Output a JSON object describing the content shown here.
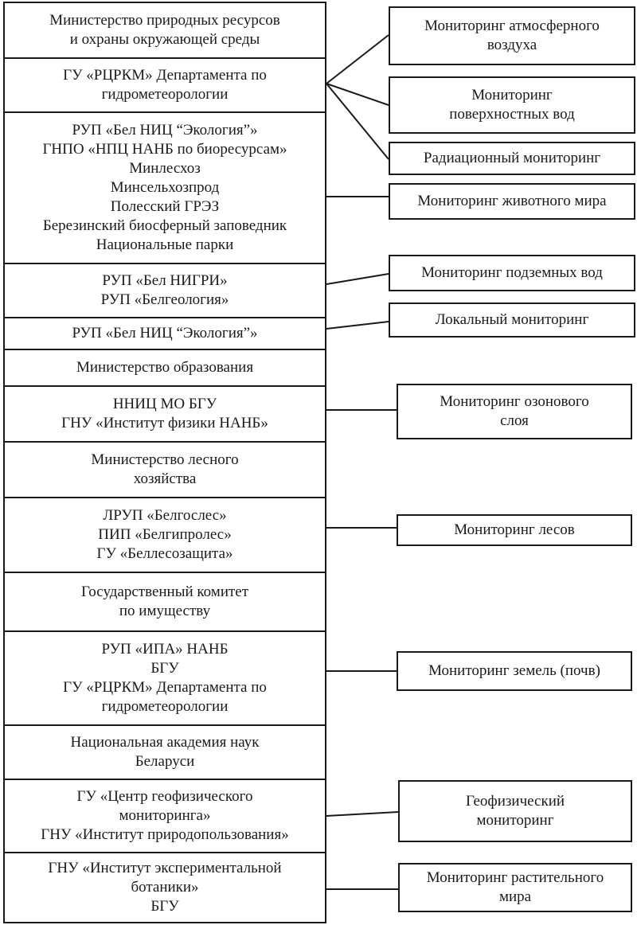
{
  "organizations": [
    {
      "id": "min-natural-resources",
      "lines": [
        "Министерство природных ресурсов",
        "и охраны окружающей среды"
      ]
    },
    {
      "id": "rcrkm",
      "lines": [
        "ГУ «РЦРКМ» Департамента по",
        "гидрометеорологии"
      ]
    },
    {
      "id": "fauna-orgs",
      "lines": [
        "РУП «Бел НИЦ “Экология”»",
        "ГНПО «НПЦ НАНБ по биоресурсам»",
        "Минлесхоз",
        "Минсельхозпрод",
        "Полесский ГРЭЗ",
        "Березинский  биосферный заповедник",
        "Национальные парки"
      ]
    },
    {
      "id": "geology-orgs",
      "lines": [
        "РУП «Бел НИГРИ»",
        "РУП «Белгеология»"
      ]
    },
    {
      "id": "ecology-nic",
      "lines": [
        "РУП «Бел НИЦ “Экология”»"
      ]
    },
    {
      "id": "min-education",
      "lines": [
        "Министерство образования"
      ]
    },
    {
      "id": "ozone-orgs",
      "lines": [
        "ННИЦ МО БГУ",
        "ГНУ «Институт физики НАНБ»"
      ]
    },
    {
      "id": "min-forestry",
      "lines": [
        "Министерство лесного",
        "хозяйства"
      ]
    },
    {
      "id": "forest-orgs",
      "lines": [
        "ЛРУП «Белгослес»",
        "ПИП «Белгипролес»",
        "ГУ «Беллесозащита»"
      ]
    },
    {
      "id": "state-property",
      "lines": [
        "Государственный комитет",
        "по имуществу"
      ]
    },
    {
      "id": "land-orgs",
      "lines": [
        "РУП «ИПА» НАНБ",
        "БГУ",
        "ГУ «РЦРКМ» Департамента по",
        "гидрометеорологии"
      ]
    },
    {
      "id": "academy",
      "lines": [
        "Национальная академия наук",
        "Беларуси"
      ]
    },
    {
      "id": "geophysics-orgs",
      "lines": [
        "ГУ «Центр геофизического",
        "мониторинга»",
        "ГНУ «Институт природопользования»"
      ]
    },
    {
      "id": "botany-orgs",
      "lines": [
        "ГНУ «Институт экспериментальной",
        "ботаники»",
        "БГУ"
      ]
    }
  ],
  "monitoring_types": [
    {
      "id": "air",
      "lines": [
        "Мониторинг атмосферного",
        "воздуха"
      ]
    },
    {
      "id": "surface-water",
      "lines": [
        "Мониторинг",
        "поверхностных вод"
      ]
    },
    {
      "id": "radiation",
      "lines": [
        "Радиационный мониторинг"
      ]
    },
    {
      "id": "fauna",
      "lines": [
        "Мониторинг животного мира"
      ]
    },
    {
      "id": "groundwater",
      "lines": [
        "Мониторинг подземных вод"
      ]
    },
    {
      "id": "local",
      "lines": [
        "Локальный мониторинг"
      ]
    },
    {
      "id": "ozone",
      "lines": [
        "Мониторинг озонового",
        "слоя"
      ]
    },
    {
      "id": "forest",
      "lines": [
        "Мониторинг лесов"
      ]
    },
    {
      "id": "land",
      "lines": [
        "Мониторинг земель (почв)"
      ]
    },
    {
      "id": "geophysical",
      "lines": [
        "Геофизический",
        "мониторинг"
      ]
    },
    {
      "id": "flora",
      "lines": [
        "Мониторинг растительного",
        "мира"
      ]
    }
  ]
}
